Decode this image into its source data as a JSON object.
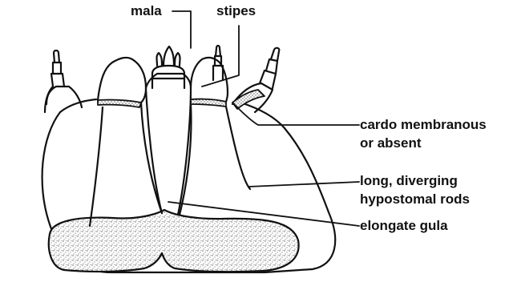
{
  "labels": {
    "mala": "mala",
    "stipes": "stipes",
    "cardo_line1": "cardo membranous",
    "cardo_line2": "or absent",
    "rods_line1": "long, diverging",
    "rods_line2": "hypostomal rods",
    "gula": "elongate gula"
  },
  "colors": {
    "ink": "#111111",
    "background": "#ffffff"
  }
}
